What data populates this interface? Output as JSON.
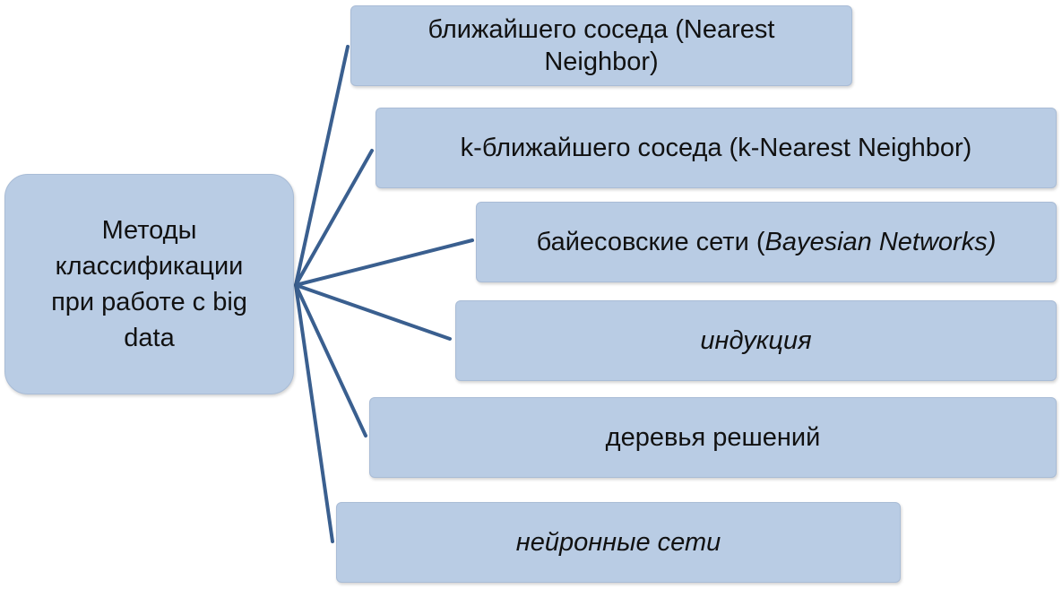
{
  "root": {
    "label": "Методы классификации при работе с big data"
  },
  "branches": [
    {
      "label": "ближайшего соседа (Nearest Neighbor)",
      "plain": "",
      "italic": ""
    },
    {
      "label": "k-ближайшего соседа (k-Nearest Neighbor)",
      "plain": "",
      "italic": ""
    },
    {
      "label": "",
      "plain": "байесовские сети (",
      "italic": "Bayesian Networks)"
    },
    {
      "label": "индукция",
      "plain": "",
      "italic": ""
    },
    {
      "label": "деревья решений",
      "plain": "",
      "italic": ""
    },
    {
      "label": "нейронные сети",
      "plain": "",
      "italic": ""
    }
  ],
  "colors": {
    "box_fill": "#b9cce4",
    "connector": "#3a5f8f"
  }
}
